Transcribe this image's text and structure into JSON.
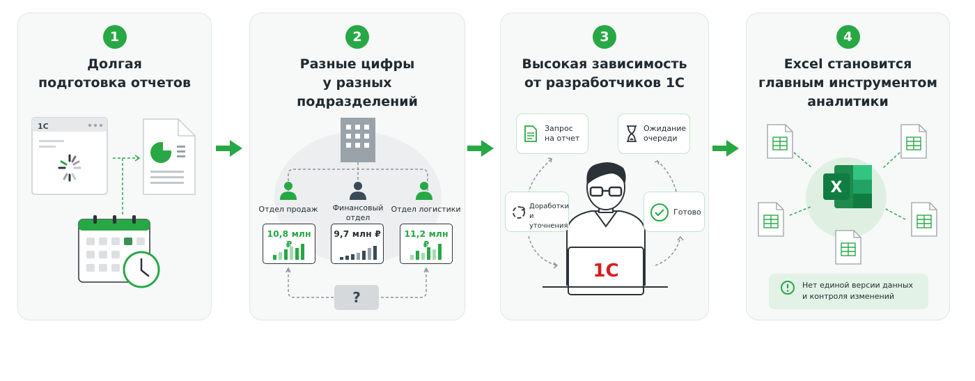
{
  "steps": [
    {
      "number": "1",
      "title_lines": [
        "Долгая",
        "подготовка отчетов"
      ],
      "app_logo": "1C"
    },
    {
      "number": "2",
      "title_lines": [
        "Разные цифры",
        "у разных",
        "подразделений"
      ],
      "departments": [
        {
          "label": "Отдел продаж",
          "value": "10,8 млн ₽",
          "color": "#27a844"
        },
        {
          "label_lines": [
            "Финансовый",
            "отдел"
          ],
          "value": "9,7 млн ₽",
          "color": "#3a4a56"
        },
        {
          "label": "Отдел логистики",
          "value": "11,2 млн ₽",
          "color": "#27a844"
        }
      ],
      "question": "?"
    },
    {
      "number": "3",
      "title_lines": [
        "Высокая зависимость",
        "от разработчиков 1С"
      ],
      "tags": {
        "request": [
          "Запрос",
          "на отчет"
        ],
        "waiting": [
          "Ожидание",
          "очереди"
        ],
        "revisions": [
          "Доработки",
          "и уточнения"
        ],
        "done": "Готово"
      },
      "laptop_logo": "1C"
    },
    {
      "number": "4",
      "title_lines": [
        "Excel становится",
        "главным инструментом",
        "аналитики"
      ],
      "excel_letter": "X",
      "note_lines": [
        "Нет единой версии данных",
        "и контроля изменений"
      ]
    }
  ],
  "colors": {
    "accent": "#27a844",
    "dark": "#2b3338",
    "card_bg": "#f7f8f8",
    "brand_red": "#d81e1e"
  },
  "icons": [
    "arrow-right-icon",
    "building-icon",
    "person-icon",
    "document-icon",
    "hourglass-icon",
    "refresh-icon",
    "check-circle-icon",
    "spreadsheet-icon",
    "excel-icon",
    "warning-icon",
    "calendar-icon",
    "clock-icon",
    "pie-chart-icon",
    "spinner-icon"
  ]
}
